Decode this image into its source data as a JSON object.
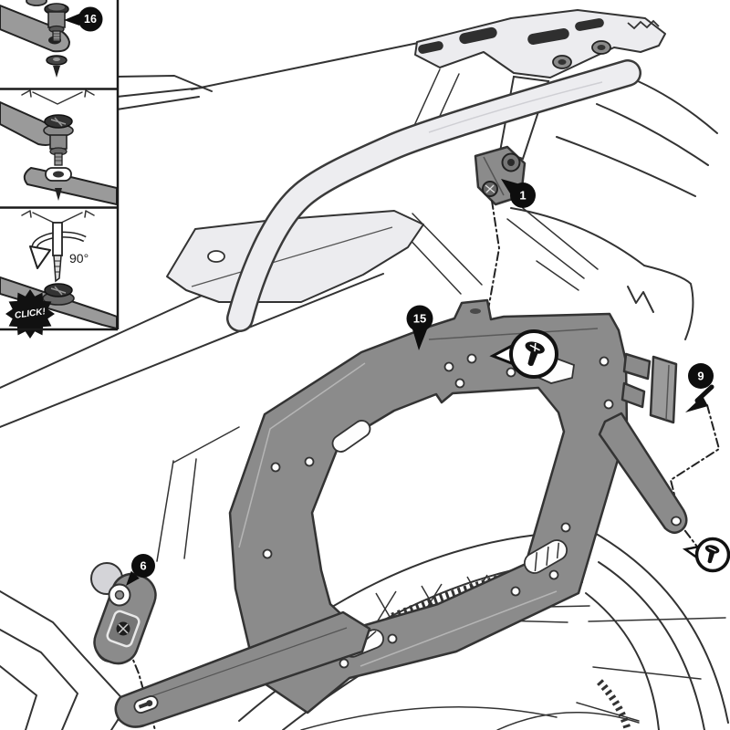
{
  "diagram": {
    "subject": "Motorcycle side-case carrier frame installation exploded diagram",
    "labels": {
      "c16": "16",
      "c1": "1",
      "c15": "15",
      "c9": "9",
      "c6": "6",
      "rotation": "90°",
      "click": "CLICK!"
    },
    "callouts": [
      {
        "number": "16"
      },
      {
        "number": "1"
      },
      {
        "number": "15"
      },
      {
        "number": "9"
      },
      {
        "number": "6"
      }
    ],
    "icons": {
      "balloon_top": "screw-detail-icon",
      "balloon_right": "screw-detail-icon",
      "callout9_arrow": "arrowhead-icon",
      "inset_rotation": "rotate-arrow-icon",
      "inset_click": "click-starburst-icon",
      "inset_insert": "down-arrow-icon"
    },
    "colors": {
      "background": "#ffffff",
      "line_art": "#333333",
      "kit_part_gray": "#8b8b8b",
      "rack_light_gray": "#ececef",
      "inset_strap_gray": "#9a9a9a",
      "callout_black": "#0d0d0d",
      "callout_text": "#ffffff",
      "balloon_white": "#ffffff"
    }
  }
}
